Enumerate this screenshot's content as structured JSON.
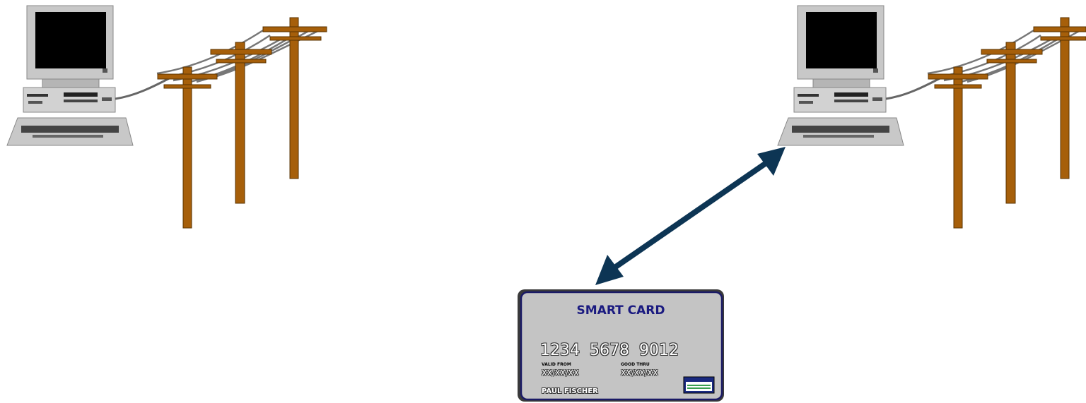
{
  "card": {
    "title": "SMART CARD",
    "number": "1234  5678  9012",
    "valid_from_label": "VALID FROM",
    "valid_from_value": "XX/XX/XX",
    "good_thru_label": "GOOD THRU",
    "good_thru_value": "XX/XX/XX",
    "holder": "PAUL FISCHER"
  },
  "icons": {
    "left_computer": "desktop-computer-icon",
    "right_computer": "desktop-computer-icon",
    "poles": "telephone-pole-icon",
    "connector": "double-headed-arrow",
    "card_chip": "card-chip-icon"
  },
  "colors": {
    "arrow": "#0d3554",
    "pole": "#a65f0a",
    "card_body": "#c4c4c4",
    "card_border": "#1a1a66",
    "card_title": "#1a1a80",
    "screen": "#000000",
    "computer_body": "#c8c8c8"
  }
}
